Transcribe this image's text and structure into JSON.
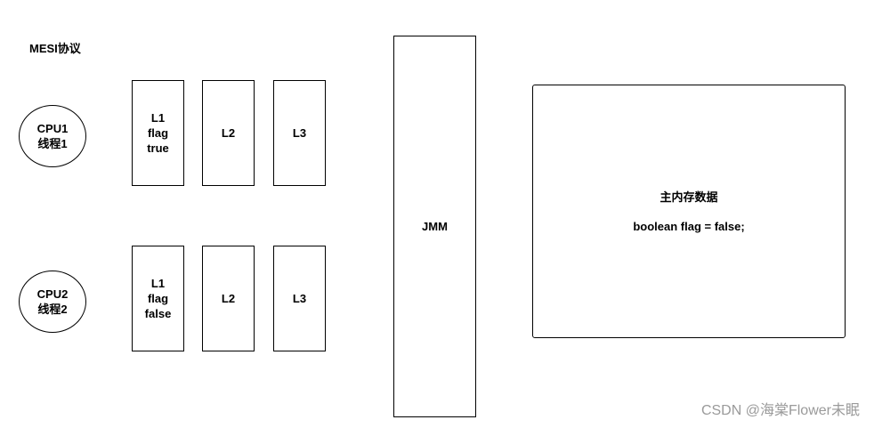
{
  "title": "MESI协议",
  "cpus": [
    {
      "name": "CPU1",
      "thread": "线程1",
      "caches": [
        {
          "level": "L1",
          "var": "flag",
          "value": "true"
        },
        {
          "level": "L2"
        },
        {
          "level": "L3"
        }
      ]
    },
    {
      "name": "CPU2",
      "thread": "线程2",
      "caches": [
        {
          "level": "L1",
          "var": "flag",
          "value": "false"
        },
        {
          "level": "L2"
        },
        {
          "level": "L3"
        }
      ]
    }
  ],
  "jmm": {
    "label": "JMM"
  },
  "main_memory": {
    "title": "主内存数据",
    "code": "boolean flag = false;"
  },
  "watermark": "CSDN @海棠Flower未眠"
}
